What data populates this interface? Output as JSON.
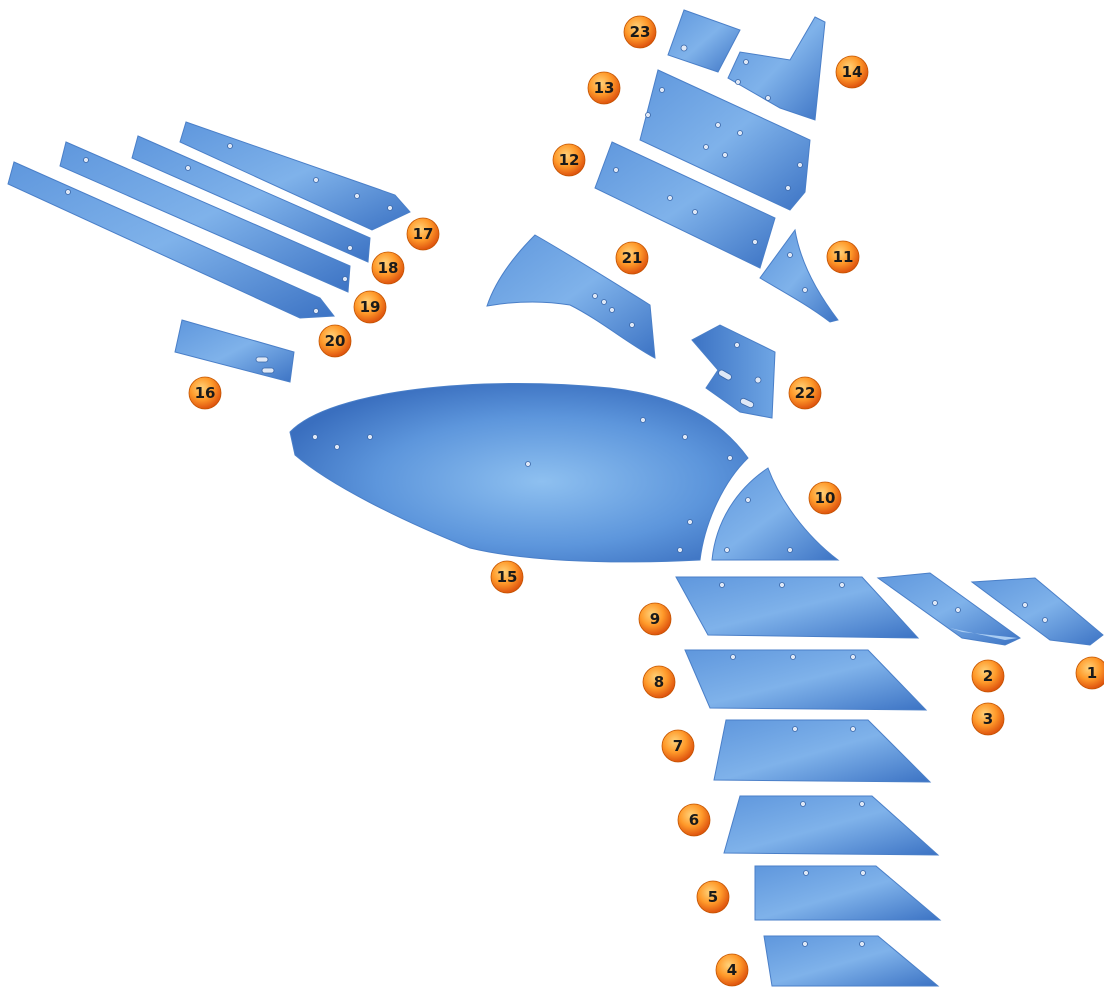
{
  "diagram": {
    "parts": [
      {
        "id": "p1",
        "label": "1"
      },
      {
        "id": "p2",
        "label": "2"
      },
      {
        "id": "p3",
        "label": "3"
      },
      {
        "id": "p4",
        "label": "4"
      },
      {
        "id": "p5",
        "label": "5"
      },
      {
        "id": "p6",
        "label": "6"
      },
      {
        "id": "p7",
        "label": "7"
      },
      {
        "id": "p8",
        "label": "8"
      },
      {
        "id": "p9",
        "label": "9"
      },
      {
        "id": "p10",
        "label": "10"
      },
      {
        "id": "p11",
        "label": "11"
      },
      {
        "id": "p12",
        "label": "12"
      },
      {
        "id": "p13",
        "label": "13"
      },
      {
        "id": "p14",
        "label": "14"
      },
      {
        "id": "p15",
        "label": "15"
      },
      {
        "id": "p16",
        "label": "16"
      },
      {
        "id": "p17",
        "label": "17"
      },
      {
        "id": "p18",
        "label": "18"
      },
      {
        "id": "p19",
        "label": "19"
      },
      {
        "id": "p20",
        "label": "20"
      },
      {
        "id": "p21",
        "label": "21"
      },
      {
        "id": "p22",
        "label": "22"
      },
      {
        "id": "p23",
        "label": "23"
      }
    ],
    "colors": {
      "part_fill_light": "#7fb2ea",
      "part_fill_dark": "#3c73c4",
      "badge_light": "#ffb347",
      "badge_dark": "#e0560a",
      "background": "#ffffff"
    }
  }
}
